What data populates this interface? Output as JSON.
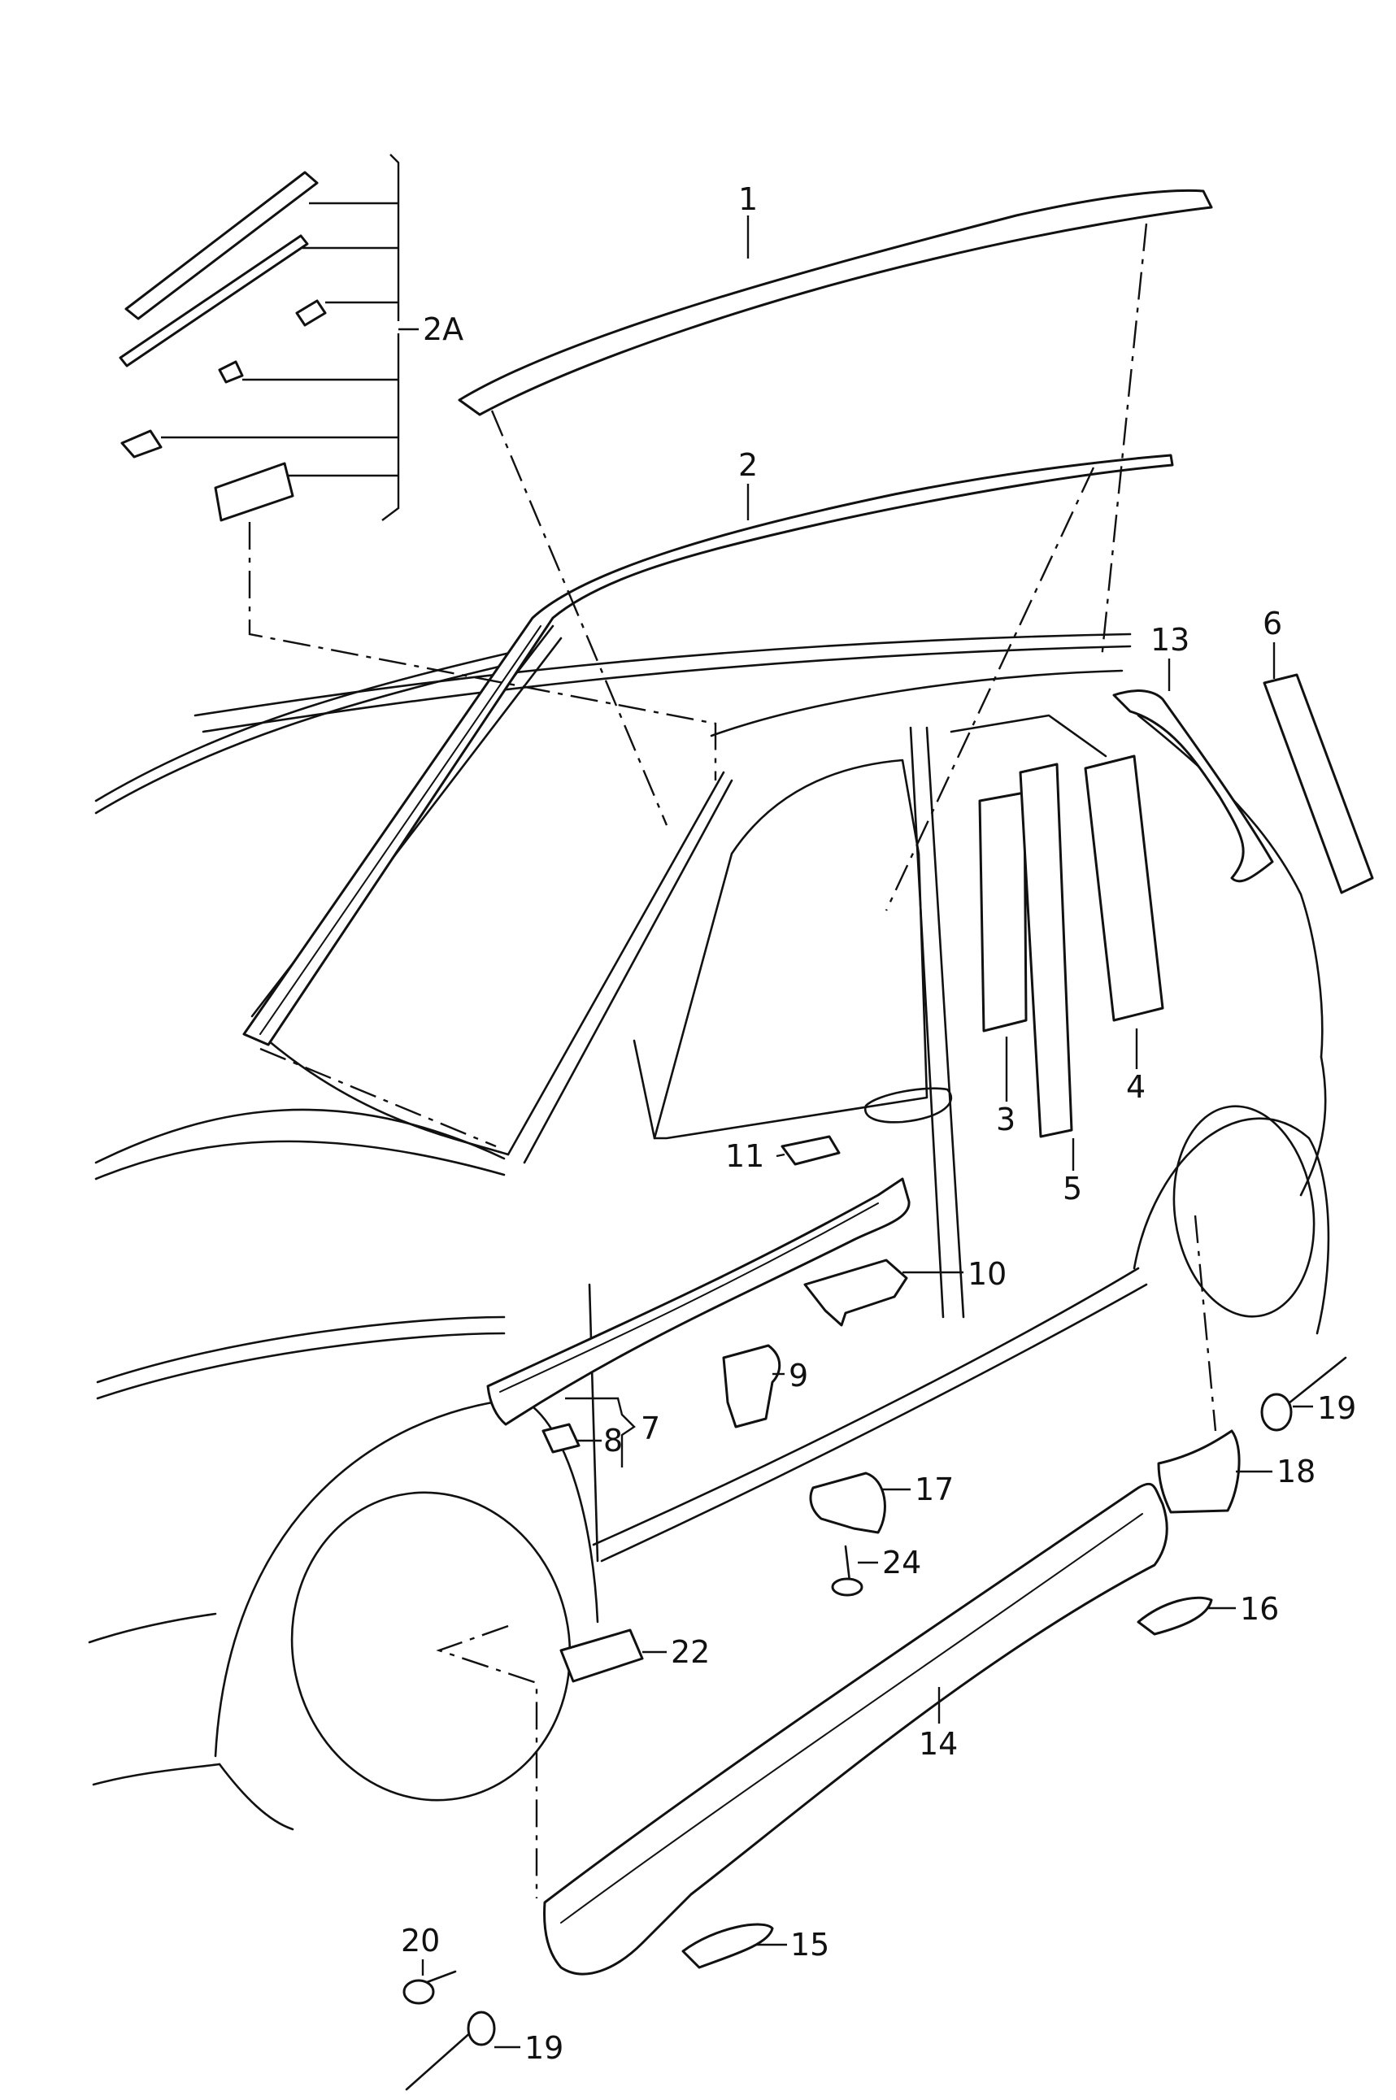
{
  "callouts": {
    "c1": "1",
    "c2": "2",
    "c2a": "2A",
    "c3": "3",
    "c4": "4",
    "c5": "5",
    "c6": "6",
    "c7": "7",
    "c8": "8",
    "c9": "9",
    "c10": "10",
    "c11": "11",
    "c13": "13",
    "c14": "14",
    "c15": "15",
    "c16": "16",
    "c17": "17",
    "c18": "18",
    "c19a": "19",
    "c19b": "19",
    "c20": "20",
    "c22": "22",
    "c24": "24"
  }
}
